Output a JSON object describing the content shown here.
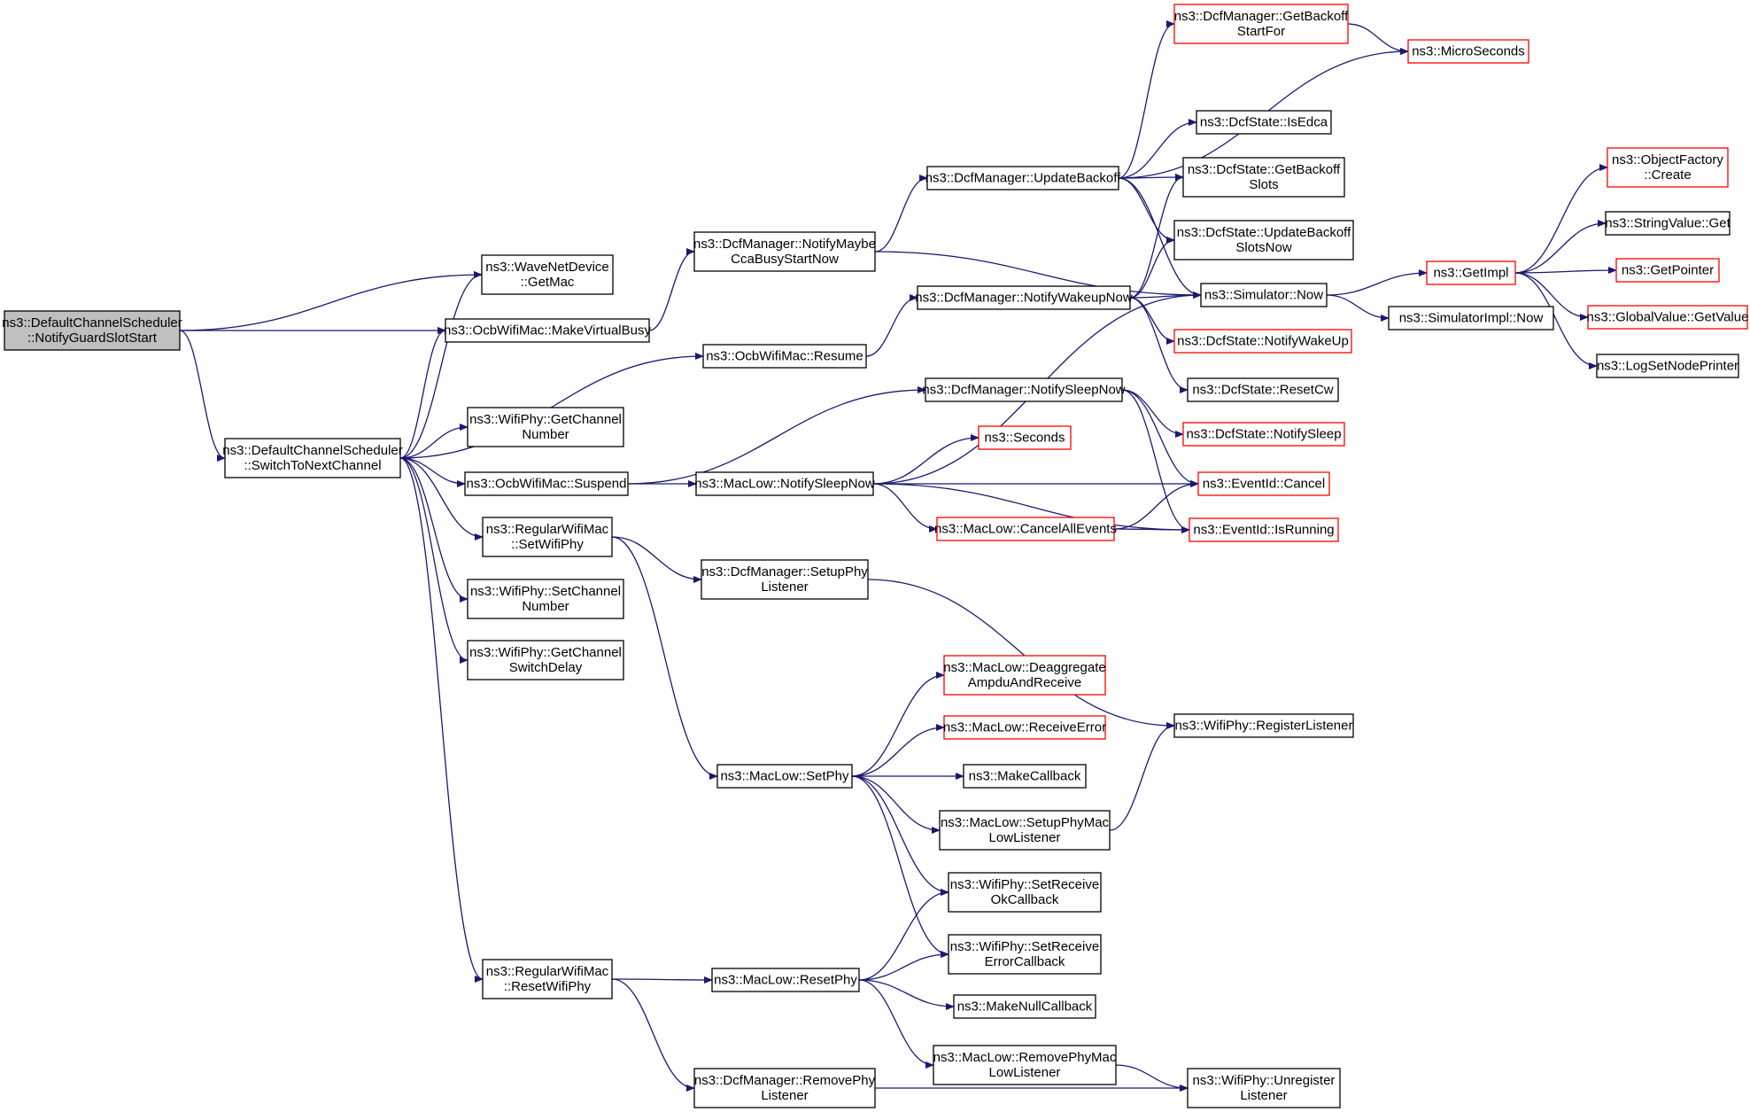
{
  "colors": {
    "edge": "#191970",
    "root_fill": "#bfbfbf",
    "normal_border": "#000000",
    "truncated_border": "#ff0000",
    "background": "#ffffff"
  },
  "nodes": [
    {
      "id": "root",
      "lines": [
        "ns3::DefaultChannelScheduler",
        "::NotifyGuardSlotStart"
      ],
      "style": "root"
    },
    {
      "id": "switch",
      "lines": [
        "ns3::DefaultChannelScheduler",
        "::SwitchToNextChannel"
      ],
      "style": "normal"
    },
    {
      "id": "wndGetMac",
      "lines": [
        "ns3::WaveNetDevice",
        "::GetMac"
      ],
      "style": "normal"
    },
    {
      "id": "ocbBusy",
      "lines": [
        "ns3::OcbWifiMac::MakeVirtualBusy"
      ],
      "style": "normal"
    },
    {
      "id": "getChanNum",
      "lines": [
        "ns3::WifiPhy::GetChannel",
        "Number"
      ],
      "style": "normal"
    },
    {
      "id": "ocbSuspend",
      "lines": [
        "ns3::OcbWifiMac::Suspend"
      ],
      "style": "normal"
    },
    {
      "id": "rwmSetPhy",
      "lines": [
        "ns3::RegularWifiMac",
        "::SetWifiPhy"
      ],
      "style": "normal"
    },
    {
      "id": "setChanNum",
      "lines": [
        "ns3::WifiPhy::SetChannel",
        "Number"
      ],
      "style": "normal"
    },
    {
      "id": "getSwDelay",
      "lines": [
        "ns3::WifiPhy::GetChannel",
        "SwitchDelay"
      ],
      "style": "normal"
    },
    {
      "id": "rwmReset",
      "lines": [
        "ns3::RegularWifiMac",
        "::ResetWifiPhy"
      ],
      "style": "normal"
    },
    {
      "id": "dcfNotifyCca",
      "lines": [
        "ns3::DcfManager::NotifyMaybe",
        "CcaBusyStartNow"
      ],
      "style": "normal"
    },
    {
      "id": "ocbResume",
      "lines": [
        "ns3::OcbWifiMac::Resume"
      ],
      "style": "normal"
    },
    {
      "id": "macNotifySleep",
      "lines": [
        "ns3::MacLow::NotifySleepNow"
      ],
      "style": "normal"
    },
    {
      "id": "dcfSetupPhy",
      "lines": [
        "ns3::DcfManager::SetupPhy",
        "Listener"
      ],
      "style": "normal"
    },
    {
      "id": "macSetPhy",
      "lines": [
        "ns3::MacLow::SetPhy"
      ],
      "style": "normal"
    },
    {
      "id": "macResetPhy",
      "lines": [
        "ns3::MacLow::ResetPhy"
      ],
      "style": "normal"
    },
    {
      "id": "dcfRemovePhy",
      "lines": [
        "ns3::DcfManager::RemovePhy",
        "Listener"
      ],
      "style": "normal"
    },
    {
      "id": "dcfUpdBackoff",
      "lines": [
        "ns3::DcfManager::UpdateBackoff"
      ],
      "style": "normal"
    },
    {
      "id": "dcfWakeup",
      "lines": [
        "ns3::DcfManager::NotifyWakeupNow"
      ],
      "style": "normal"
    },
    {
      "id": "dcfSleepNow",
      "lines": [
        "ns3::DcfManager::NotifySleepNow"
      ],
      "style": "normal"
    },
    {
      "id": "seconds",
      "lines": [
        "ns3::Seconds"
      ],
      "style": "truncated"
    },
    {
      "id": "cancelAll",
      "lines": [
        "ns3::MacLow::CancelAllEvents"
      ],
      "style": "truncated"
    },
    {
      "id": "deaggr",
      "lines": [
        "ns3::MacLow::Deaggregate",
        "AmpduAndReceive"
      ],
      "style": "truncated"
    },
    {
      "id": "recvErr",
      "lines": [
        "ns3::MacLow::ReceiveError"
      ],
      "style": "truncated"
    },
    {
      "id": "makeCb",
      "lines": [
        "ns3::MakeCallback"
      ],
      "style": "normal"
    },
    {
      "id": "setupPhyMac",
      "lines": [
        "ns3::MacLow::SetupPhyMac",
        "LowListener"
      ],
      "style": "normal"
    },
    {
      "id": "setRecvOk",
      "lines": [
        "ns3::WifiPhy::SetReceive",
        "OkCallback"
      ],
      "style": "normal"
    },
    {
      "id": "setRecvErr",
      "lines": [
        "ns3::WifiPhy::SetReceive",
        "ErrorCallback"
      ],
      "style": "normal"
    },
    {
      "id": "makeNullCb",
      "lines": [
        "ns3::MakeNullCallback"
      ],
      "style": "normal"
    },
    {
      "id": "removePhyMac",
      "lines": [
        "ns3::MacLow::RemovePhyMac",
        "LowListener"
      ],
      "style": "normal"
    },
    {
      "id": "getBackoffStart",
      "lines": [
        "ns3::DcfManager::GetBackoff",
        "StartFor"
      ],
      "style": "truncated"
    },
    {
      "id": "micro",
      "lines": [
        "ns3::MicroSeconds"
      ],
      "style": "truncated"
    },
    {
      "id": "isEdca",
      "lines": [
        "ns3::DcfState::IsEdca"
      ],
      "style": "normal"
    },
    {
      "id": "getBackoffSlots",
      "lines": [
        "ns3::DcfState::GetBackoff",
        "Slots"
      ],
      "style": "normal"
    },
    {
      "id": "updBackoffSlots",
      "lines": [
        "ns3::DcfState::UpdateBackoff",
        "SlotsNow"
      ],
      "style": "normal"
    },
    {
      "id": "simNow",
      "lines": [
        "ns3::Simulator::Now"
      ],
      "style": "normal"
    },
    {
      "id": "notifyWakeUp",
      "lines": [
        "ns3::DcfState::NotifyWakeUp"
      ],
      "style": "truncated"
    },
    {
      "id": "resetCw",
      "lines": [
        "ns3::DcfState::ResetCw"
      ],
      "style": "normal"
    },
    {
      "id": "notifySleep",
      "lines": [
        "ns3::DcfState::NotifySleep"
      ],
      "style": "truncated"
    },
    {
      "id": "evCancel",
      "lines": [
        "ns3::EventId::Cancel"
      ],
      "style": "truncated"
    },
    {
      "id": "evRunning",
      "lines": [
        "ns3::EventId::IsRunning"
      ],
      "style": "truncated"
    },
    {
      "id": "registerListener",
      "lines": [
        "ns3::WifiPhy::RegisterListener"
      ],
      "style": "normal"
    },
    {
      "id": "unregister",
      "lines": [
        "ns3::WifiPhy::Unregister",
        "Listener"
      ],
      "style": "normal"
    },
    {
      "id": "getImpl",
      "lines": [
        "ns3::GetImpl"
      ],
      "style": "truncated"
    },
    {
      "id": "simImplNow",
      "lines": [
        "ns3::SimulatorImpl::Now"
      ],
      "style": "normal"
    },
    {
      "id": "objFactory",
      "lines": [
        "ns3::ObjectFactory",
        "::Create"
      ],
      "style": "truncated"
    },
    {
      "id": "strGet",
      "lines": [
        "ns3::StringValue::Get"
      ],
      "style": "normal"
    },
    {
      "id": "getPointer",
      "lines": [
        "ns3::GetPointer"
      ],
      "style": "truncated"
    },
    {
      "id": "globalGet",
      "lines": [
        "ns3::GlobalValue::GetValue"
      ],
      "style": "truncated"
    },
    {
      "id": "logPrinter",
      "lines": [
        "ns3::LogSetNodePrinter"
      ],
      "style": "normal"
    }
  ],
  "edges": [
    [
      "root",
      "wndGetMac"
    ],
    [
      "root",
      "ocbBusy"
    ],
    [
      "root",
      "switch"
    ],
    [
      "switch",
      "wndGetMac"
    ],
    [
      "switch",
      "ocbBusy"
    ],
    [
      "switch",
      "ocbResume"
    ],
    [
      "switch",
      "getChanNum"
    ],
    [
      "switch",
      "ocbSuspend"
    ],
    [
      "switch",
      "rwmSetPhy"
    ],
    [
      "switch",
      "setChanNum"
    ],
    [
      "switch",
      "getSwDelay"
    ],
    [
      "switch",
      "rwmReset"
    ],
    [
      "ocbBusy",
      "dcfNotifyCca"
    ],
    [
      "dcfNotifyCca",
      "dcfUpdBackoff"
    ],
    [
      "dcfNotifyCca",
      "simNow"
    ],
    [
      "ocbResume",
      "dcfWakeup"
    ],
    [
      "ocbSuspend",
      "dcfSleepNow"
    ],
    [
      "ocbSuspend",
      "macNotifySleep"
    ],
    [
      "rwmSetPhy",
      "dcfSetupPhy"
    ],
    [
      "rwmSetPhy",
      "macSetPhy"
    ],
    [
      "rwmReset",
      "macResetPhy"
    ],
    [
      "rwmReset",
      "dcfRemovePhy"
    ],
    [
      "macNotifySleep",
      "simNow"
    ],
    [
      "macNotifySleep",
      "seconds"
    ],
    [
      "macNotifySleep",
      "evCancel"
    ],
    [
      "macNotifySleep",
      "cancelAll"
    ],
    [
      "macNotifySleep",
      "evRunning"
    ],
    [
      "dcfSetupPhy",
      "registerListener"
    ],
    [
      "macSetPhy",
      "deaggr"
    ],
    [
      "macSetPhy",
      "recvErr"
    ],
    [
      "macSetPhy",
      "makeCb"
    ],
    [
      "macSetPhy",
      "setupPhyMac"
    ],
    [
      "macSetPhy",
      "setRecvOk"
    ],
    [
      "macSetPhy",
      "setRecvErr"
    ],
    [
      "macResetPhy",
      "setRecvOk"
    ],
    [
      "macResetPhy",
      "setRecvErr"
    ],
    [
      "macResetPhy",
      "makeNullCb"
    ],
    [
      "macResetPhy",
      "removePhyMac"
    ],
    [
      "dcfRemovePhy",
      "unregister"
    ],
    [
      "dcfUpdBackoff",
      "getBackoffStart"
    ],
    [
      "dcfUpdBackoff",
      "micro"
    ],
    [
      "dcfUpdBackoff",
      "isEdca"
    ],
    [
      "dcfUpdBackoff",
      "getBackoffSlots"
    ],
    [
      "dcfUpdBackoff",
      "updBackoffSlots"
    ],
    [
      "dcfUpdBackoff",
      "simNow"
    ],
    [
      "getBackoffStart",
      "micro"
    ],
    [
      "dcfWakeup",
      "getBackoffSlots"
    ],
    [
      "dcfWakeup",
      "updBackoffSlots"
    ],
    [
      "dcfWakeup",
      "simNow"
    ],
    [
      "dcfWakeup",
      "notifyWakeUp"
    ],
    [
      "dcfWakeup",
      "resetCw"
    ],
    [
      "dcfSleepNow",
      "notifySleep"
    ],
    [
      "dcfSleepNow",
      "evCancel"
    ],
    [
      "dcfSleepNow",
      "evRunning"
    ],
    [
      "cancelAll",
      "evCancel"
    ],
    [
      "cancelAll",
      "evRunning"
    ],
    [
      "setupPhyMac",
      "registerListener"
    ],
    [
      "removePhyMac",
      "unregister"
    ],
    [
      "simNow",
      "getImpl"
    ],
    [
      "simNow",
      "simImplNow"
    ],
    [
      "getImpl",
      "objFactory"
    ],
    [
      "getImpl",
      "strGet"
    ],
    [
      "getImpl",
      "getPointer"
    ],
    [
      "getImpl",
      "globalGet"
    ],
    [
      "getImpl",
      "logPrinter"
    ]
  ]
}
